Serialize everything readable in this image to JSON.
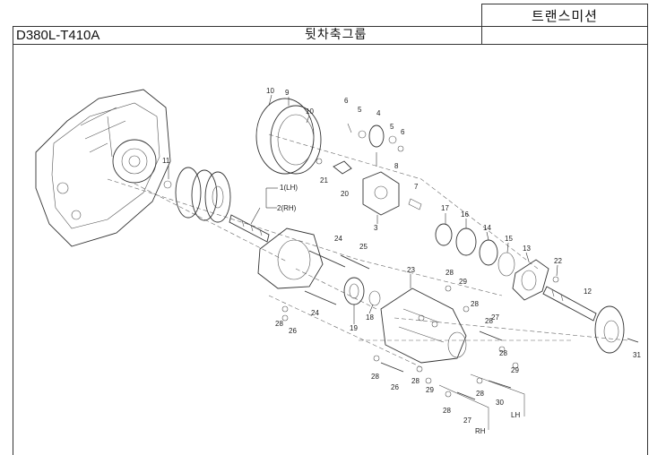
{
  "header": {
    "section": "트랜스미션",
    "model": "D380L-T410A",
    "title": "뒷차축그룹"
  },
  "callouts": [
    {
      "id": "c10a",
      "text": "10"
    },
    {
      "id": "c9",
      "text": "9"
    },
    {
      "id": "c10b",
      "text": "10"
    },
    {
      "id": "c6a",
      "text": "6"
    },
    {
      "id": "c5a",
      "text": "5"
    },
    {
      "id": "c4",
      "text": "4"
    },
    {
      "id": "c5b",
      "text": "5"
    },
    {
      "id": "c6b",
      "text": "6"
    },
    {
      "id": "c8",
      "text": "8"
    },
    {
      "id": "c11",
      "text": "11"
    },
    {
      "id": "c21",
      "text": "21"
    },
    {
      "id": "c20",
      "text": "20"
    },
    {
      "id": "c7",
      "text": "7"
    },
    {
      "id": "c3",
      "text": "3"
    },
    {
      "id": "c1",
      "text": "1(LH)"
    },
    {
      "id": "c2",
      "text": "2(RH)"
    },
    {
      "id": "c17",
      "text": "17"
    },
    {
      "id": "c16",
      "text": "16"
    },
    {
      "id": "c14",
      "text": "14"
    },
    {
      "id": "c15",
      "text": "15"
    },
    {
      "id": "c13",
      "text": "13"
    },
    {
      "id": "c22",
      "text": "22"
    },
    {
      "id": "c12",
      "text": "12"
    },
    {
      "id": "c24a",
      "text": "24"
    },
    {
      "id": "c25",
      "text": "25"
    },
    {
      "id": "c23",
      "text": "23"
    },
    {
      "id": "c28a",
      "text": "28"
    },
    {
      "id": "c29a",
      "text": "29"
    },
    {
      "id": "c28b",
      "text": "28"
    },
    {
      "id": "c24b",
      "text": "24"
    },
    {
      "id": "c18",
      "text": "18"
    },
    {
      "id": "c19",
      "text": "19"
    },
    {
      "id": "c28c",
      "text": "28"
    },
    {
      "id": "c26a",
      "text": "26"
    },
    {
      "id": "c28d",
      "text": "28"
    },
    {
      "id": "c27a",
      "text": "27"
    },
    {
      "id": "c28e",
      "text": "28"
    },
    {
      "id": "c29b",
      "text": "29"
    },
    {
      "id": "c31",
      "text": "31"
    },
    {
      "id": "c28f",
      "text": "28"
    },
    {
      "id": "c26b",
      "text": "26"
    },
    {
      "id": "c28g",
      "text": "28"
    },
    {
      "id": "c29c",
      "text": "29"
    },
    {
      "id": "c28h",
      "text": "28"
    },
    {
      "id": "c30",
      "text": "30"
    },
    {
      "id": "c28i",
      "text": "28"
    },
    {
      "id": "c27b",
      "text": "27"
    },
    {
      "id": "cRH",
      "text": "RH"
    },
    {
      "id": "cLH",
      "text": "LH"
    }
  ]
}
